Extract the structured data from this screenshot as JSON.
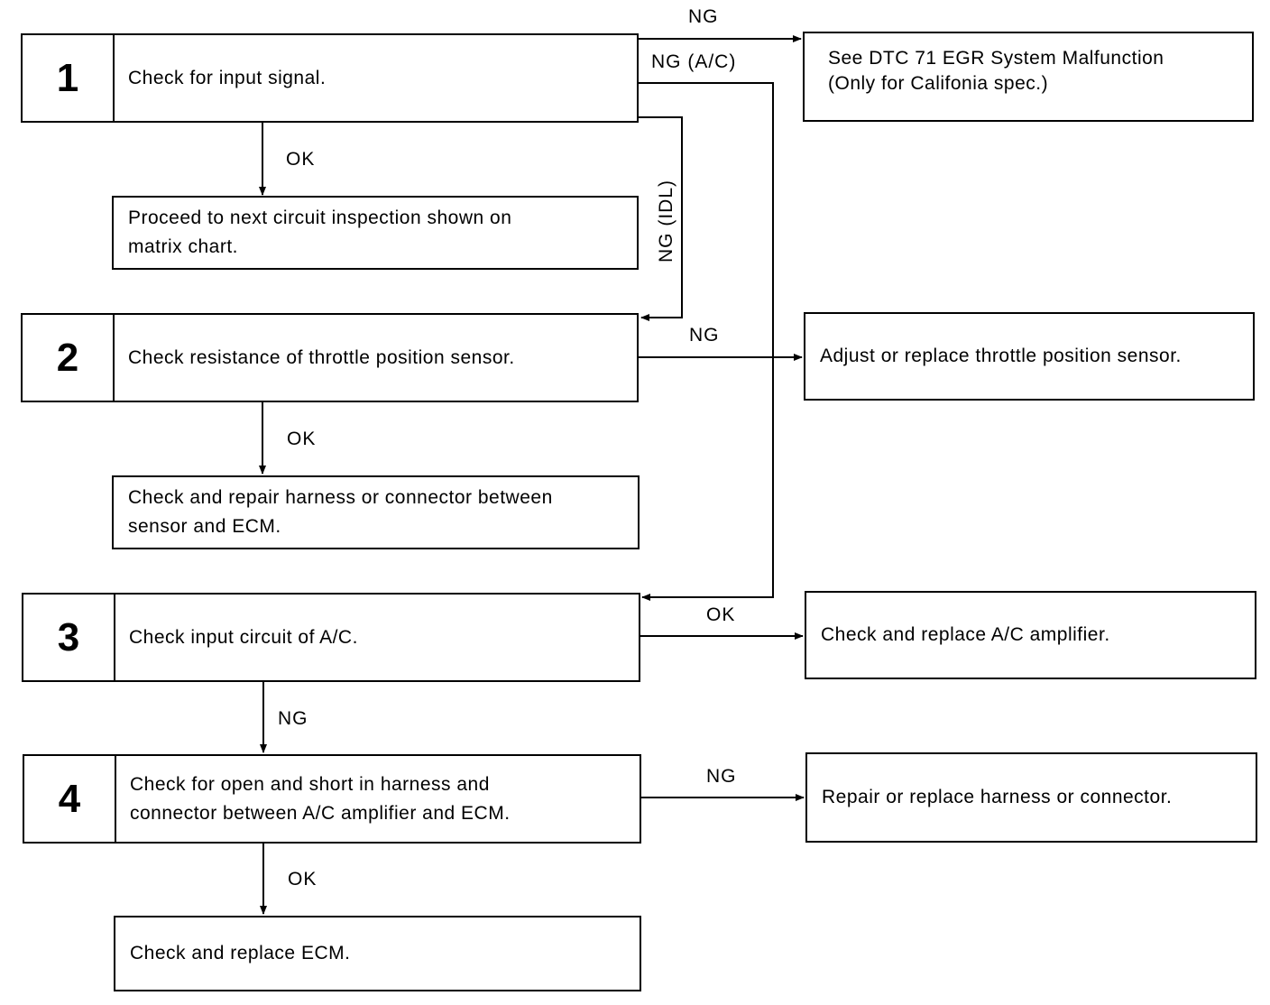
{
  "steps": [
    {
      "number": "1",
      "text": "Check for input signal."
    },
    {
      "number": "2",
      "text": "Check resistance of throttle position sensor."
    },
    {
      "number": "3",
      "text": "Check input circuit of A/C."
    },
    {
      "number": "4",
      "text": "Check for open and short in harness and\nconnector between A/C amplifier and ECM."
    }
  ],
  "results": {
    "proceed": "Proceed to next circuit inspection shown on\nmatrix chart.",
    "repair_harness_sensor_ecm": "Check and repair harness or connector between\nsensor and ECM.",
    "replace_ecm": "Check and replace ECM.",
    "dtc71": "See DTC 71 EGR System Malfunction\n(Only for Califonia spec.)",
    "adjust_tps": "Adjust or replace throttle position sensor.",
    "replace_ac_amp": "Check and replace A/C amplifier.",
    "repair_harness_connector": "Repair or replace harness or connector."
  },
  "labels": {
    "ng": "NG",
    "ok": "OK",
    "ng_ac": "NG (A/C)",
    "ng_idl": "NG (IDL)"
  }
}
